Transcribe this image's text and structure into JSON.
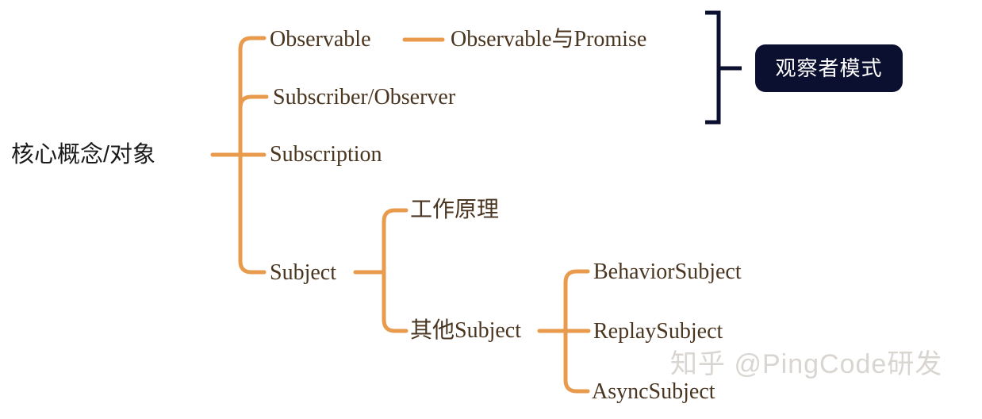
{
  "diagram": {
    "type": "mindmap",
    "background": "#ffffff",
    "connector_color": "#e89b4c",
    "text_color": "#4a3520",
    "root_text_color": "#1a1a1a",
    "accent_dark": "#0c1030",
    "root": {
      "label": "核心概念/对象"
    },
    "branches": [
      {
        "id": "observable",
        "label": "Observable",
        "children": [
          {
            "id": "observable-vs-promise",
            "label": "Observable与Promise"
          }
        ]
      },
      {
        "id": "subscriber-observer",
        "label": "Subscriber/Observer",
        "children": []
      },
      {
        "id": "subscription",
        "label": "Subscription",
        "children": []
      },
      {
        "id": "subject",
        "label": "Subject",
        "children": [
          {
            "id": "working-principle",
            "label": "工作原理"
          },
          {
            "id": "other-subject",
            "label": "其他Subject",
            "children": [
              {
                "id": "behavior-subject",
                "label": "BehaviorSubject"
              },
              {
                "id": "replay-subject",
                "label": "ReplaySubject"
              },
              {
                "id": "async-subject",
                "label": "AsyncSubject"
              }
            ]
          }
        ]
      }
    ],
    "annotation": {
      "id": "observer-pattern",
      "label": "观察者模式",
      "bracket_covers": [
        "Observable",
        "Observable与Promise",
        "Subscriber/Observer"
      ]
    }
  },
  "watermark": {
    "text": "知乎 @PingCode研发"
  }
}
